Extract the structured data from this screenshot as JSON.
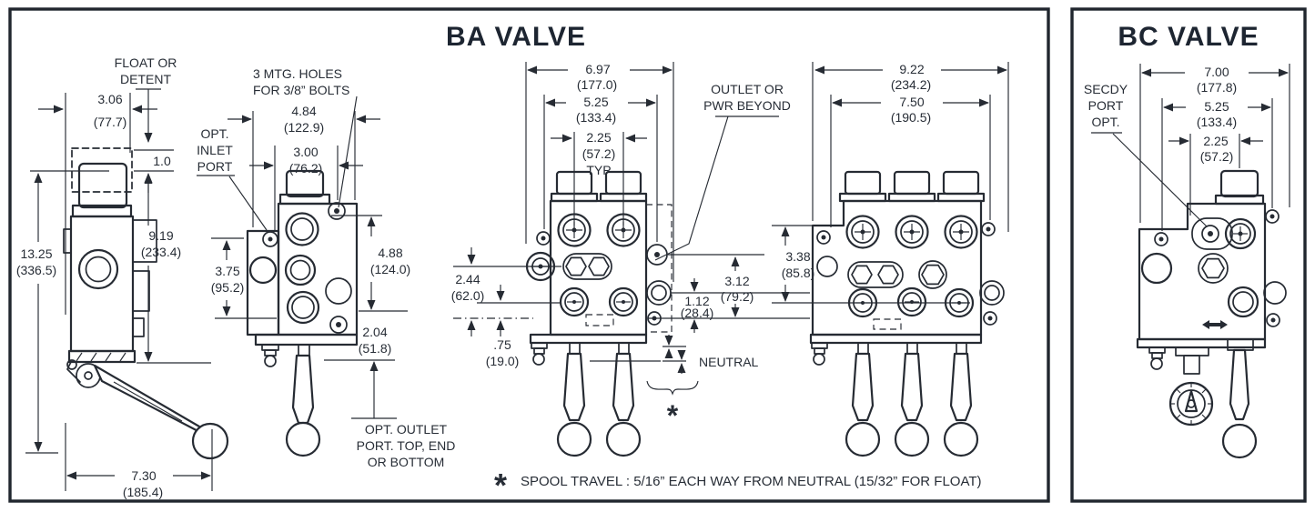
{
  "colors": {
    "ink": "#262b33",
    "title_ink": "#1d2531",
    "background": "#ffffff"
  },
  "ba": {
    "title": "BA VALVE",
    "side_view": {
      "float_label_1": "FLOAT OR",
      "float_label_2": "DETENT",
      "width_in": "3.06",
      "width_mm": "(77.7)",
      "float_rise_in": "1.0",
      "overall_height_in": "13.25",
      "overall_height_mm": "(336.5)",
      "body_height_in": "9.19",
      "body_height_mm": "(233.4)",
      "lever_reach_in": "7.30",
      "lever_reach_mm": "(185.4)"
    },
    "single_view": {
      "mtg_label_1": "3 MTG. HOLES",
      "mtg_label_2": "FOR 3/8” BOLTS",
      "inlet_label_1": "OPT.",
      "inlet_label_2": "INLET",
      "inlet_label_3": "PORT",
      "mtg_width_in": "4.84",
      "mtg_width_mm": "(122.9)",
      "bolt_span_in": "3.00",
      "bolt_span_mm": "(76.2)",
      "inlet_height_in": "3.75",
      "inlet_height_mm": "(95.2)",
      "body_height_in": "4.88",
      "body_height_mm": "(124.0)",
      "outlet_height_in": "2.04",
      "outlet_height_mm": "(51.8)",
      "outlet_label_1": "OPT. OUTLET",
      "outlet_label_2": "PORT. TOP, END",
      "outlet_label_3": "OR BOTTOM"
    },
    "double_view": {
      "overall_width_in": "6.97",
      "overall_width_mm": "(177.0)",
      "bolt_span_in": "5.25",
      "bolt_span_mm": "(133.4)",
      "spool_pitch_in": "2.25",
      "spool_pitch_mm": "(57.2)",
      "spool_pitch_typ": "TYP",
      "outlet_label_1": "OUTLET OR",
      "outlet_label_2": "PWR BEYOND",
      "port_height_in": "2.44",
      "port_height_mm": "(62.0)",
      "base_offset_in": ".75",
      "base_offset_mm": "(19.0)",
      "right_height_in": "3.12",
      "right_height_mm": "(79.2)",
      "outlet_offset_in": "1.12",
      "outlet_offset_mm": "(28.4)",
      "neutral_label": "NEUTRAL",
      "star": "*"
    },
    "triple_view": {
      "overall_width_in": "9.22",
      "overall_width_mm": "(234.2)",
      "bolt_span_in": "7.50",
      "bolt_span_mm": "(190.5)",
      "port_height_in": "3.38",
      "port_height_mm": "(85.8)"
    },
    "footnote": {
      "star": "*",
      "text": "SPOOL TRAVEL : 5/16” EACH WAY FROM NEUTRAL (15/32” FOR FLOAT)"
    }
  },
  "bc": {
    "title": "BC VALVE",
    "secdy_label_1": "SECDY",
    "secdy_label_2": "PORT",
    "secdy_label_3": "OPT.",
    "overall_width_in": "7.00",
    "overall_width_mm": "(177.8)",
    "bolt_span_in": "5.25",
    "bolt_span_mm": "(133.4)",
    "port_pitch_in": "2.25",
    "port_pitch_mm": "(57.2)"
  }
}
